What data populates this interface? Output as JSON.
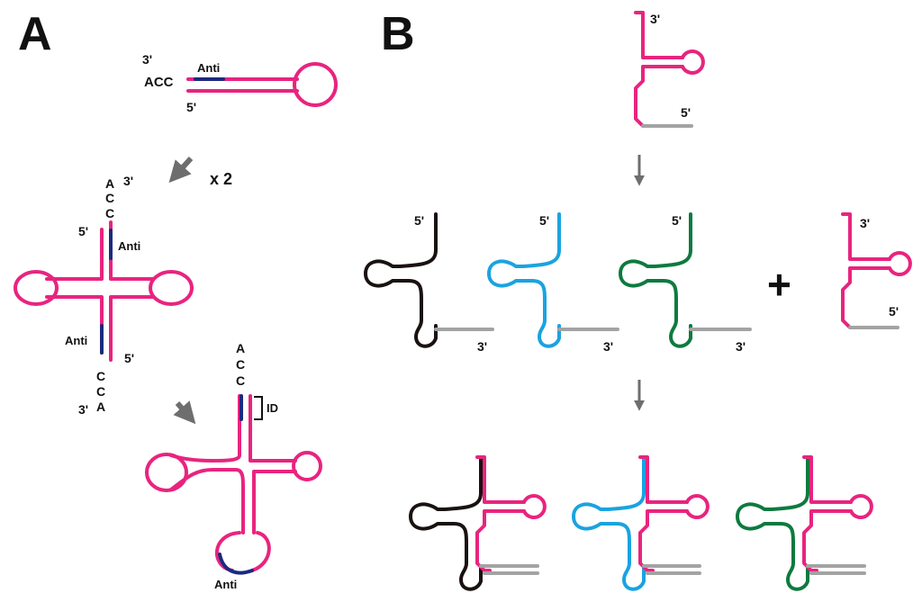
{
  "panels": {
    "a": "A",
    "b": "B"
  },
  "panel_a": {
    "top": {
      "three_prime": "3'",
      "acc": "ACC",
      "anti": "Anti",
      "five_prime": "5'"
    },
    "dimer": {
      "multiplier": "x 2",
      "top_a": "A",
      "top_c1": "C",
      "top_c2": "C",
      "top_three_prime": "3'",
      "left_five_prime": "5'",
      "anti_upper": "Anti",
      "anti_lower": "Anti",
      "right_five_prime": "5'",
      "bottom_c1": "C",
      "bottom_c2": "C",
      "bottom_a": "A",
      "bottom_three_prime": "3'"
    },
    "tRNA": {
      "a": "A",
      "c1": "C",
      "c2": "C",
      "id": "ID",
      "anti": "Anti"
    }
  },
  "panel_b": {
    "template": {
      "three_prime": "3'",
      "five_prime": "5'"
    },
    "black": {
      "five_prime": "5'",
      "three_prime": "3'"
    },
    "cyan": {
      "five_prime": "5'",
      "three_prime": "3'"
    },
    "green": {
      "five_prime": "5'",
      "three_prime": "3'"
    },
    "plus": "+",
    "pink": {
      "three_prime": "3'",
      "five_prime": "5'"
    }
  },
  "colors": {
    "pink": "#e8247f",
    "anticodon_blue": "#1b2a80",
    "gray": "#a3a3a3",
    "black": "#1a1111",
    "cyan": "#1aa3e0",
    "green": "#0d7a3f",
    "arrow_gray": "#6e6e6e"
  }
}
